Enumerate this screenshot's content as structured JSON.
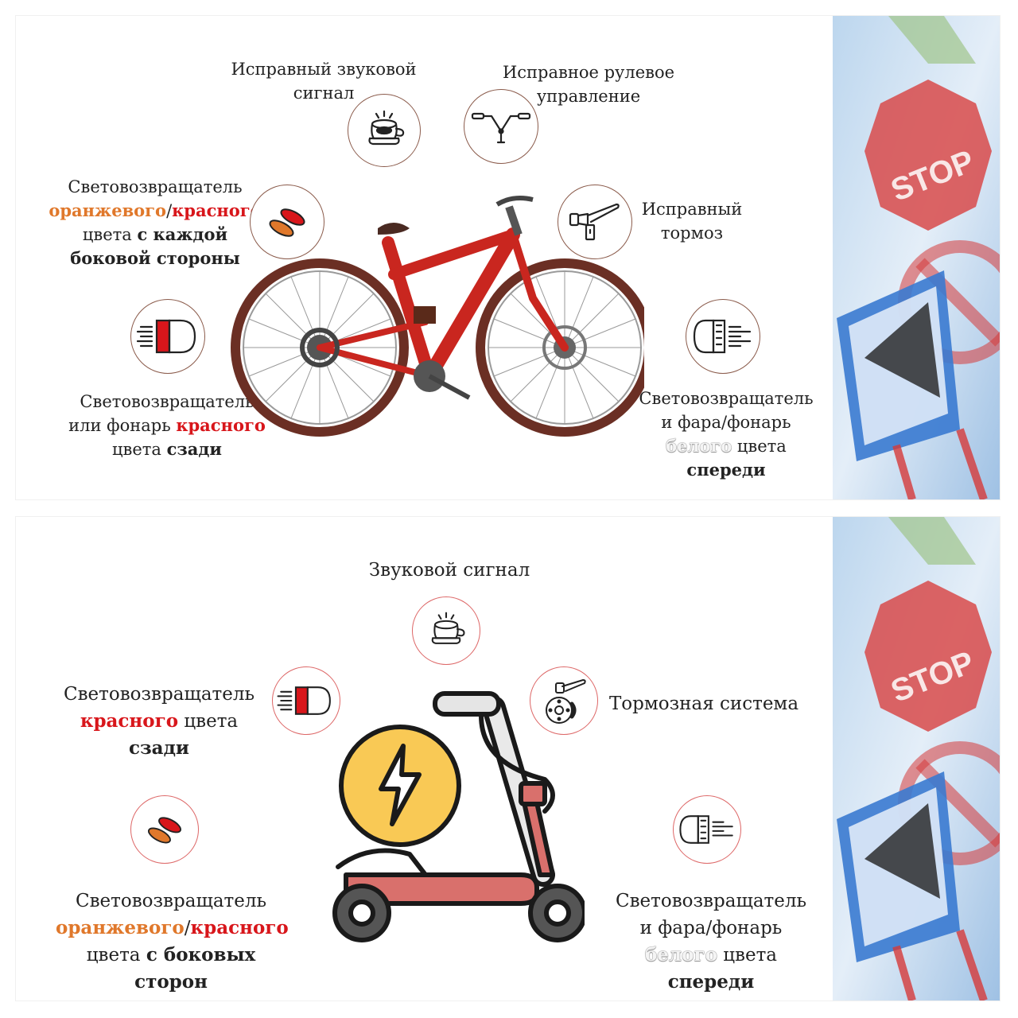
{
  "bicycle": {
    "sound_signal": [
      "Исправный звуковой",
      "сигнал"
    ],
    "steering": [
      "Исправное рулевое",
      "управление"
    ],
    "side_reflector": {
      "line1": "Световозвращатель",
      "orange": "оранжевого",
      "slash": "/",
      "red": "красного",
      "line3_plain": "цвета ",
      "line3_bold": "с каждой",
      "line4_bold": "боковой стороны"
    },
    "brake": [
      "Исправный",
      "тормоз"
    ],
    "rear_light": {
      "line1": "Световозвращатель",
      "line2_plain": "или фонарь ",
      "line2_red": "красного",
      "line3_plain": "цвета ",
      "line3_bold": "сзади"
    },
    "front_light": {
      "line1": "Световозвращатель",
      "line2": "и фара/фонарь",
      "white": "белого",
      "line3_plain": " цвета",
      "line4_bold": "спереди"
    }
  },
  "scooter": {
    "sound_signal": "Звуковой сигнал",
    "brake_system": "Тормозная система",
    "rear_reflector": {
      "line1": "Световозвращатель",
      "red": "красного",
      "line2_plain": " цвета",
      "line3_bold": "сзади"
    },
    "side_reflector": {
      "line1": "Световозвращатель",
      "orange": "оранжевого",
      "slash": "/",
      "red": "красного",
      "line3_plain": "цвета ",
      "line3_bold": "с боковых",
      "line4_bold": "сторон"
    },
    "front_light": {
      "line1": "Световозвращатель",
      "line2": "и фара/фонарь",
      "white": "белого",
      "line3_plain": " цвета",
      "line4_bold": "спереди"
    }
  },
  "side_art": {
    "stop_sign_text": "STOP"
  },
  "colors": {
    "orange": "#e0782b",
    "red": "#d8161b",
    "bike_frame": "#c9261f",
    "scooter_body": "#d9706c",
    "bolt_circle": "#f9c955"
  }
}
